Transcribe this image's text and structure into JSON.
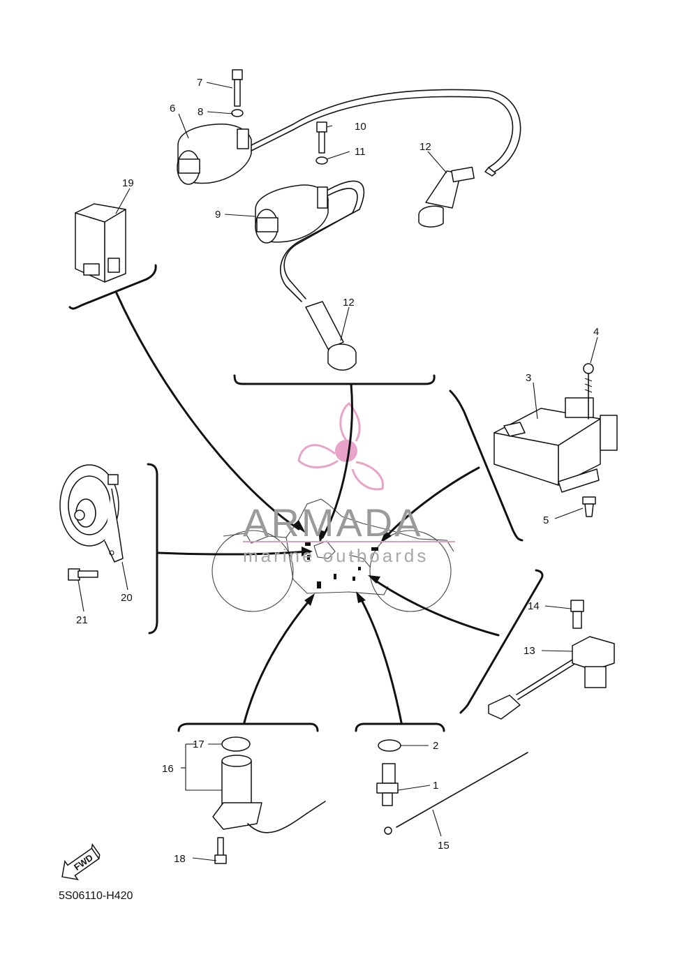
{
  "callouts": {
    "p1": "1",
    "p2": "2",
    "p3": "3",
    "p4": "4",
    "p5": "5",
    "p6": "6",
    "p7": "7",
    "p8": "8",
    "p9": "9",
    "p10": "10",
    "p11": "11",
    "p12a": "12",
    "p12b": "12",
    "p13": "13",
    "p14": "14",
    "p15": "15",
    "p16": "16",
    "p17": "17",
    "p18": "18",
    "p19": "19",
    "p20": "20",
    "p21": "21"
  },
  "fwd_label": "FWD",
  "diagram_code": "5S06110-H420",
  "watermark": {
    "brand": "ARMADA",
    "tagline": "marine outboards",
    "logo_color": "#e8a4c8",
    "rule_color": "#d9a0c0"
  }
}
